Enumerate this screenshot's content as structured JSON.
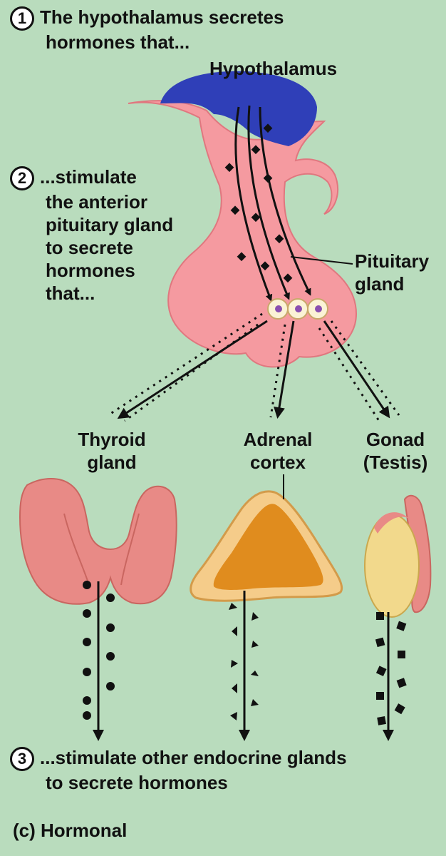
{
  "steps": {
    "step1": {
      "number": "1",
      "line1": "The hypothalamus secretes",
      "line2": "hormones that..."
    },
    "step2": {
      "number": "2",
      "lines": [
        "...stimulate",
        "the anterior",
        "pituitary gland",
        "to secrete",
        "hormones",
        "that..."
      ]
    },
    "step3": {
      "number": "3",
      "line1": "...stimulate other endocrine glands",
      "line2": "to secrete hormones"
    }
  },
  "labels": {
    "hypothalamus": "Hypothalamus",
    "pituitary": [
      "Pituitary",
      "gland"
    ],
    "thyroid": [
      "Thyroid",
      "gland"
    ],
    "adrenal": [
      "Adrenal",
      "cortex"
    ],
    "gonad": [
      "Gonad",
      "(Testis)"
    ]
  },
  "caption": {
    "panel": "(c)",
    "title": "Hormonal"
  },
  "colors": {
    "background": "#b9dcbd",
    "hypothalamus": "#2f3fb8",
    "pituitary": "#f59aa0",
    "thyroid": "#e88a86",
    "adrenal_outer": "#f5cc8a",
    "adrenal_inner": "#e08c1e",
    "testis": "#f2d98c"
  }
}
